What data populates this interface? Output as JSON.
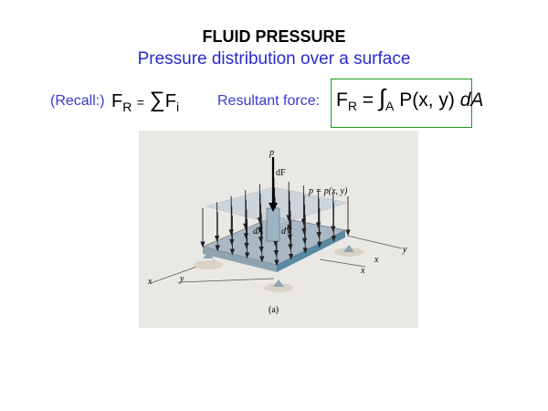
{
  "slide": {
    "title": "FLUID PRESSURE",
    "subtitle": "Pressure distribution over a surface",
    "recall_label": "(Recall:)",
    "recall_equation": {
      "lhs": "F",
      "lhs_sub": "R",
      "op": "=",
      "sum": "∑",
      "rhs": "F",
      "rhs_sub": "i"
    },
    "resultant_label": "Resultant force:",
    "resultant_equation": {
      "lhs": "F",
      "lhs_sub": "R",
      "op": "=",
      "integral": "∫",
      "integral_sub": "A",
      "integrand": "P(x, y)",
      "differential": "dA"
    },
    "colors": {
      "accent": "#2a2acc",
      "box_border": "#1a9a1a"
    }
  },
  "figure": {
    "labels": {
      "p": "p",
      "dF": "dF",
      "p_eq": "p = p(x, y)",
      "dA": "dA",
      "dV": "dV",
      "x_left": "x",
      "y_left": "y",
      "y_right": "y",
      "x_right": "x",
      "x_right2": "x",
      "caption": "(a)"
    }
  }
}
